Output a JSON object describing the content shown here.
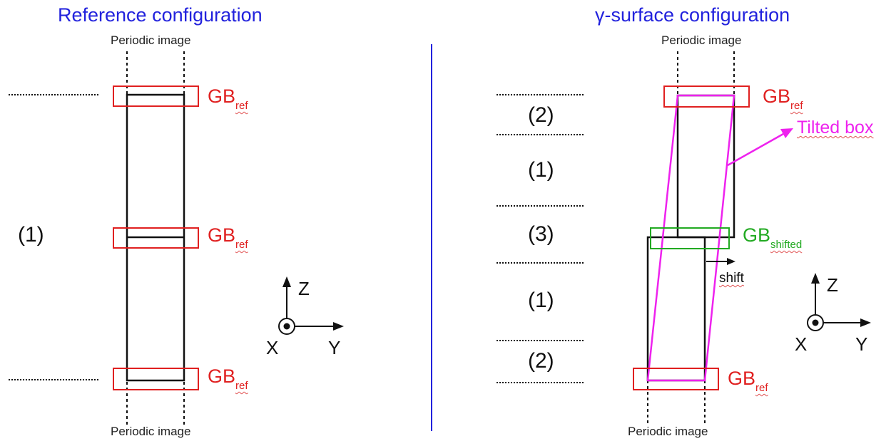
{
  "left": {
    "title": "Reference configuration",
    "periodic_top": "Periodic image",
    "periodic_bottom": "Periodic image",
    "region": "(1)",
    "gb_labels": [
      {
        "main": "GB",
        "sub": "ref"
      },
      {
        "main": "GB",
        "sub": "ref"
      },
      {
        "main": "GB",
        "sub": "ref"
      }
    ],
    "axes": {
      "z": "Z",
      "x": "X",
      "y": "Y"
    }
  },
  "right": {
    "title": "γ-surface configuration",
    "periodic_top": "Periodic image",
    "periodic_bottom": "Periodic image",
    "regions": [
      "(2)",
      "(1)",
      "(3)",
      "(1)",
      "(2)"
    ],
    "gb_top": {
      "main": "GB",
      "sub": "ref"
    },
    "gb_shifted": {
      "main": "GB",
      "sub": "shifted"
    },
    "gb_bottom": {
      "main": "GB",
      "sub": "ref"
    },
    "tilted_box": "Tilted box",
    "shift": "shift",
    "axes": {
      "z": "Z",
      "x": "X",
      "y": "Y"
    }
  },
  "colors": {
    "title": "#2222dd",
    "gb": "#e02020",
    "gb_shifted": "#22aa22",
    "tilted": "#ee22ee",
    "divider": "#2222dd"
  }
}
